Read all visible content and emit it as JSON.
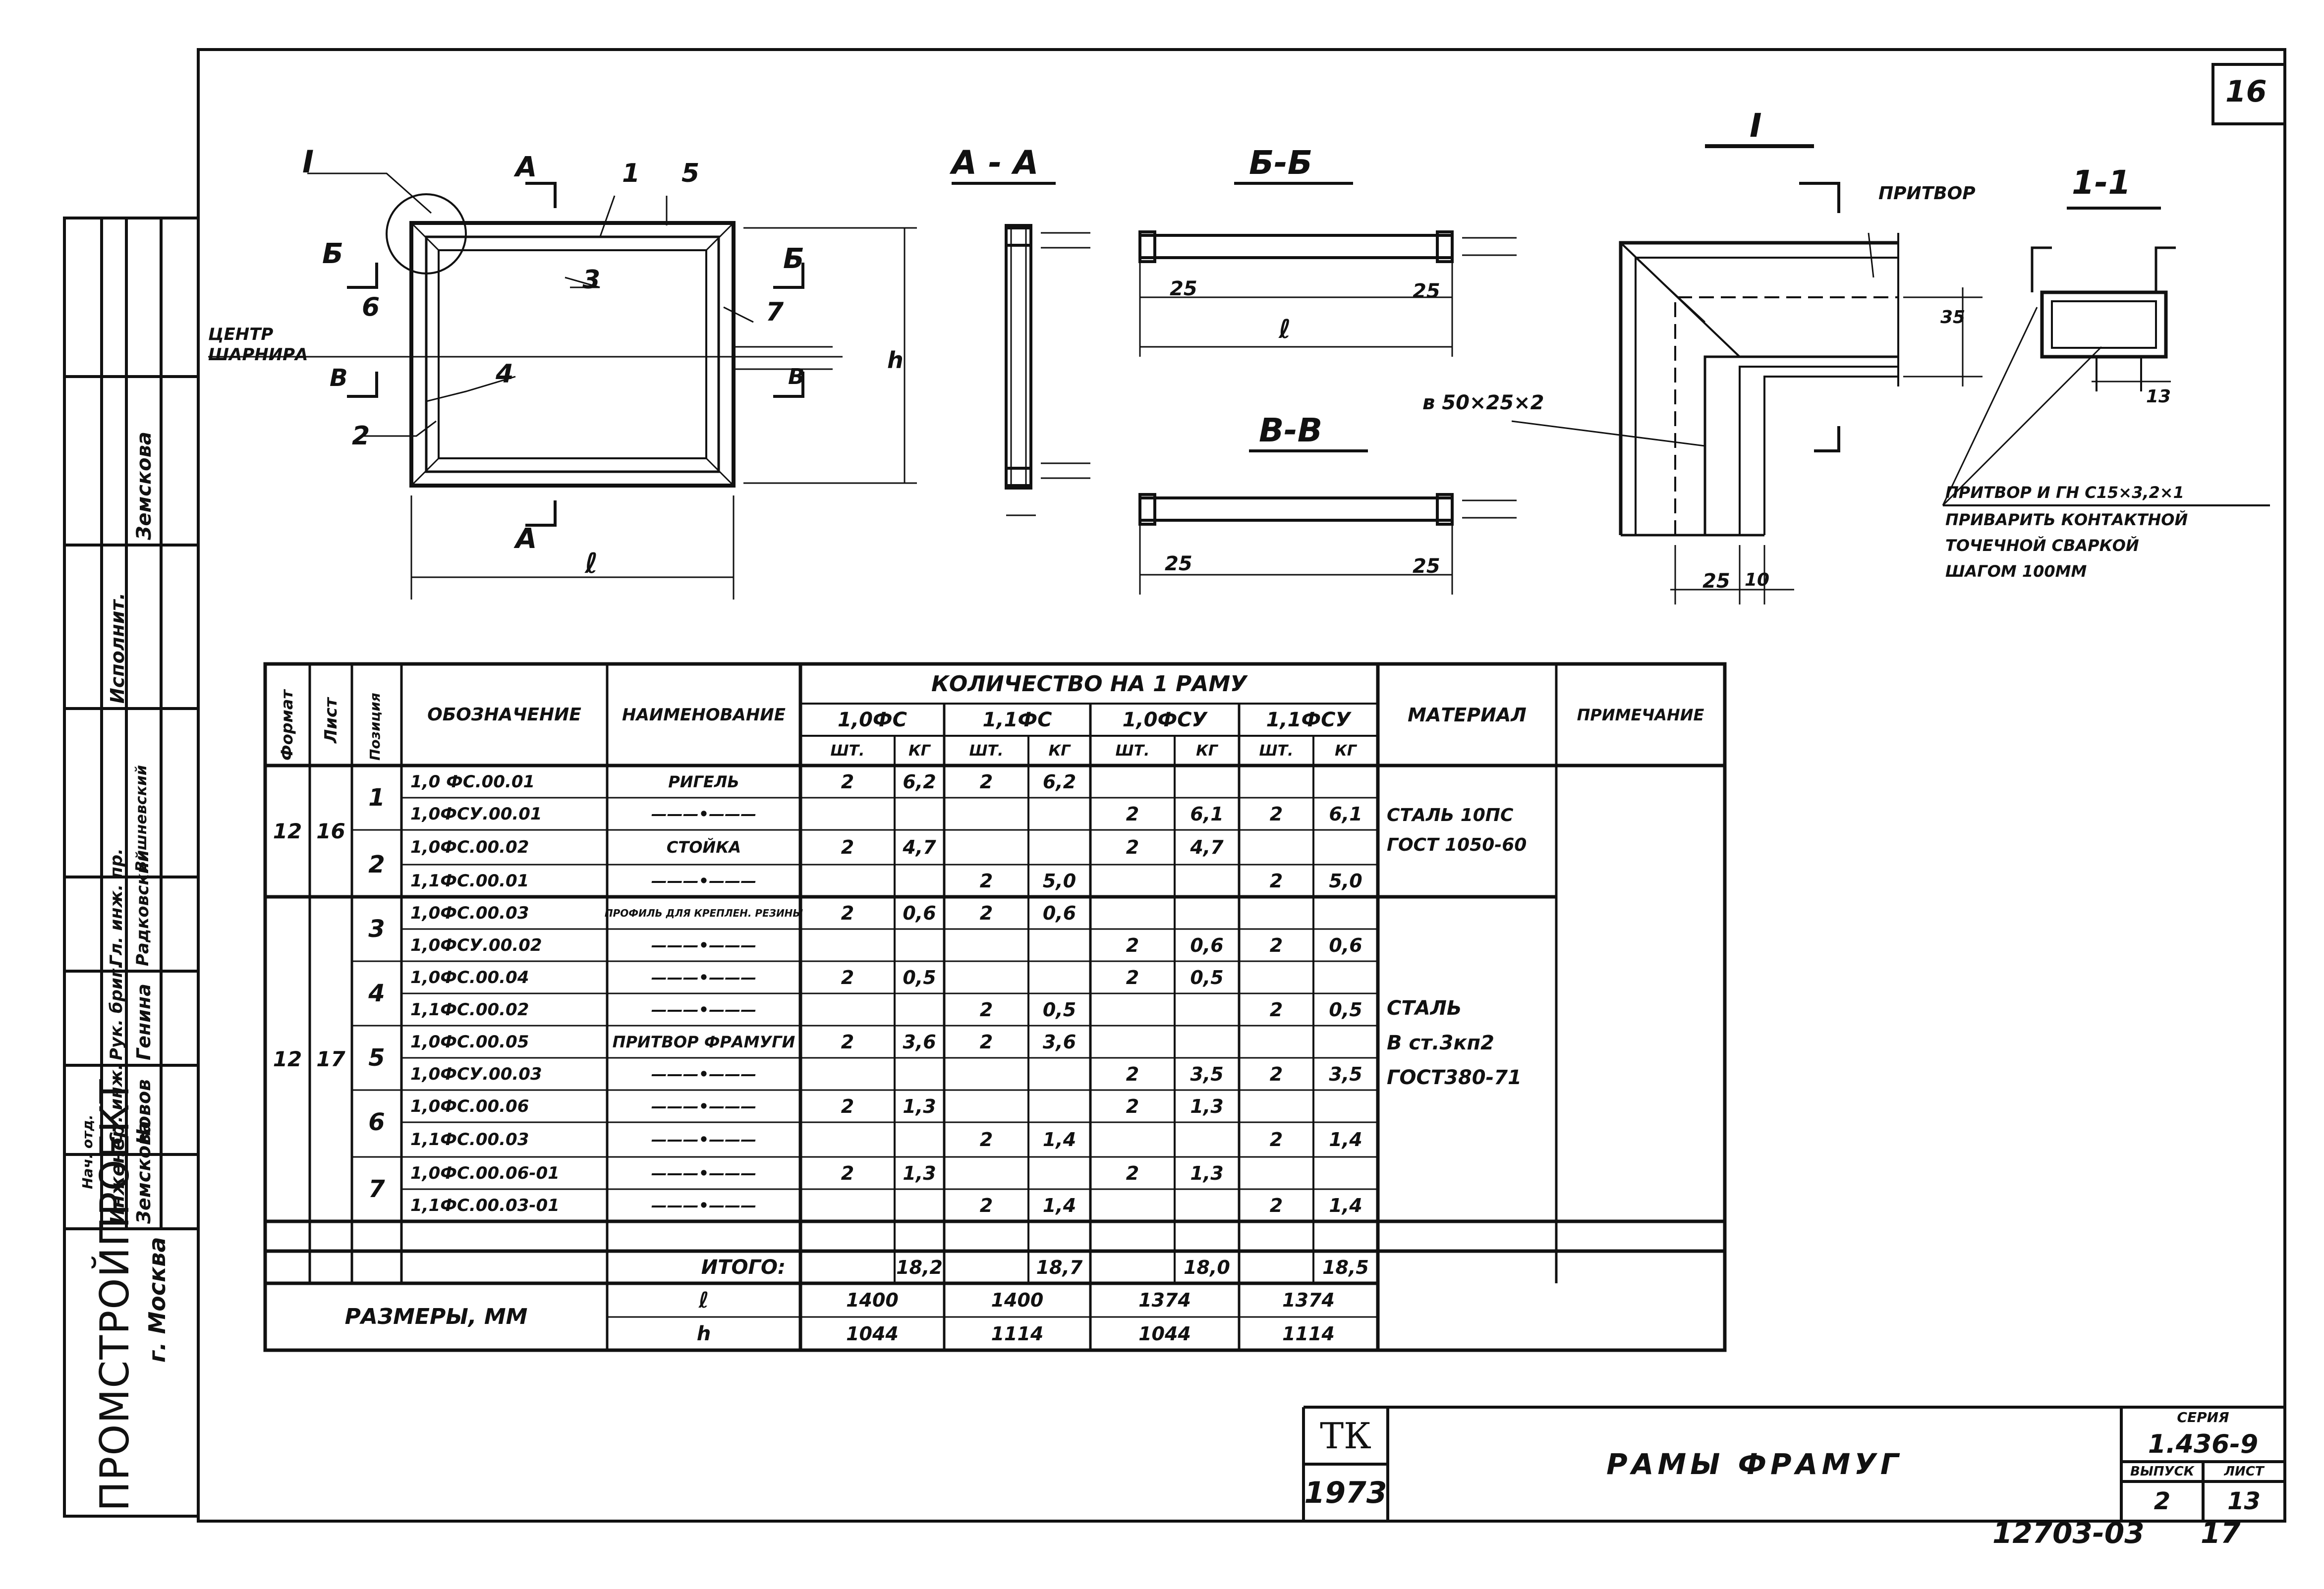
{
  "sheet_number": "16",
  "footer": {
    "doc_code": "12703-03",
    "page": "17"
  },
  "left_block": {
    "org": "ПРОМСТРОЙПРОЕКТ",
    "city": "г. Москва",
    "roles": [
      "Инженер",
      "Ст. инж.",
      "Рук. бриг.",
      "Гл. инж. пр.",
      "Нач. отд."
    ],
    "names": [
      "Земскова",
      "Новов",
      "Генина",
      "Радковский",
      "Вишневский"
    ],
    "performer_label": "Исполнит.",
    "performer_name": "Земскова"
  },
  "drawing": {
    "label_I": "I",
    "label_A": "А",
    "label_B": "Б",
    "label_V": "В",
    "hinge_center": "ЦЕНТР ШАРНИРА",
    "dim_l": "ℓ",
    "dim_h": "h",
    "positions": [
      "1",
      "2",
      "3",
      "4",
      "5",
      "6",
      "7"
    ],
    "section_AA": "А - А",
    "section_BB": "Б-Б",
    "section_VV": "В-В",
    "dim_25": "25",
    "profile_note": "в 50×25×2",
    "detail_I": "I",
    "section_11": "1-1",
    "pritvor": "ПРИТВОР",
    "weld_note": [
      "ПРИТВОР И ГН С15×3,2×1",
      "ПРИВАРИТЬ КОНТАКТНОЙ",
      "ТОЧЕЧНОЙ СВАРКОЙ",
      "ШАГОМ 100ММ"
    ],
    "dim_35": "35",
    "dim_13": "13",
    "dim_10": "10"
  },
  "table": {
    "headers": {
      "format": "Формат",
      "sheet": "Лист",
      "position": "Позиция",
      "designation": "ОБОЗНАЧЕНИЕ",
      "name": "НАИМЕНОВАНИЕ",
      "qty": "КОЛИЧЕСТВО НА 1 РАМУ",
      "material": "МАТЕРИАЛ",
      "note": "ПРИМЕЧАНИЕ",
      "groups": [
        "1,0ФС",
        "1,1ФС",
        "1,0ФСУ",
        "1,1ФСУ"
      ],
      "sub": [
        "ШТ.",
        "КГ"
      ]
    },
    "rows": [
      {
        "pos": "1",
        "designation": "1,0 ФС.00.01",
        "name": "РИГЕЛЬ",
        "q": [
          "2",
          "6,2",
          "2",
          "6,2",
          "",
          "",
          "",
          ""
        ]
      },
      {
        "pos": "",
        "designation": "1,0ФСУ.00.01",
        "name": "———•———",
        "q": [
          "",
          "",
          "",
          "",
          "2",
          "6,1",
          "2",
          "6,1"
        ]
      },
      {
        "pos": "2",
        "designation": "1,0ФС.00.02",
        "name": "СТОЙКА",
        "q": [
          "2",
          "4,7",
          "",
          "",
          "2",
          "4,7",
          "",
          ""
        ]
      },
      {
        "pos": "",
        "designation": "1,1ФС.00.01",
        "name": "———•———",
        "q": [
          "",
          "",
          "2",
          "5,0",
          "",
          "",
          "2",
          "5,0"
        ]
      },
      {
        "pos": "3",
        "designation": "1,0ФС.00.03",
        "name": "ПРОФИЛЬ ДЛЯ КРЕПЛЕН. РЕЗИНЫ",
        "q": [
          "2",
          "0,6",
          "2",
          "0,6",
          "",
          "",
          "",
          ""
        ]
      },
      {
        "pos": "",
        "designation": "1,0ФСУ.00.02",
        "name": "———•———",
        "q": [
          "",
          "",
          "",
          "",
          "2",
          "0,6",
          "2",
          "0,6"
        ]
      },
      {
        "pos": "4",
        "designation": "1,0ФС.00.04",
        "name": "———•———",
        "q": [
          "2",
          "0,5",
          "",
          "",
          "2",
          "0,5",
          "",
          ""
        ]
      },
      {
        "pos": "",
        "designation": "1,1ФС.00.02",
        "name": "———•———",
        "q": [
          "",
          "",
          "2",
          "0,5",
          "",
          "",
          "2",
          "0,5"
        ]
      },
      {
        "pos": "5",
        "designation": "1,0ФС.00.05",
        "name": "ПРИТВОР ФРАМУГИ",
        "q": [
          "2",
          "3,6",
          "2",
          "3,6",
          "",
          "",
          "",
          ""
        ]
      },
      {
        "pos": "",
        "designation": "1,0ФСУ.00.03",
        "name": "———•———",
        "q": [
          "",
          "",
          "",
          "",
          "2",
          "3,5",
          "2",
          "3,5"
        ]
      },
      {
        "pos": "6",
        "designation": "1,0ФС.00.06",
        "name": "———•———",
        "q": [
          "2",
          "1,3",
          "",
          "",
          "2",
          "1,3",
          "",
          ""
        ]
      },
      {
        "pos": "",
        "designation": "1,1ФС.00.03",
        "name": "———•———",
        "q": [
          "",
          "",
          "2",
          "1,4",
          "",
          "",
          "2",
          "1,4"
        ]
      },
      {
        "pos": "7",
        "designation": "1,0ФС.00.06-01",
        "name": "———•———",
        "q": [
          "2",
          "1,3",
          "",
          "",
          "2",
          "1,3",
          "",
          ""
        ]
      },
      {
        "pos": "",
        "designation": "1,1ФС.00.03-01",
        "name": "———•———",
        "q": [
          "",
          "",
          "2",
          "1,4",
          "",
          "",
          "2",
          "1,4"
        ]
      }
    ],
    "group1": {
      "format": "12",
      "sheet": "16",
      "material": [
        "СТАЛЬ 10ПС",
        "ГОСТ 1050-60"
      ]
    },
    "group2": {
      "format": "12",
      "sheet": "17",
      "material": [
        "СТАЛЬ",
        "В ст.3кп2",
        "ГОСТ380-71"
      ]
    },
    "total_label": "ИТОГО:",
    "totals": [
      "18,2",
      "18,7",
      "18,0",
      "18,5"
    ],
    "sizes_label": "РАЗМЕРЫ, ММ",
    "size_rows": [
      {
        "sym": "ℓ",
        "vals": [
          "1400",
          "1400",
          "1374",
          "1374"
        ]
      },
      {
        "sym": "h",
        "vals": [
          "1044",
          "1114",
          "1044",
          "1114"
        ]
      }
    ]
  },
  "title_block": {
    "tk": "ТК",
    "year": "1973",
    "title": "РАМЫ ФРАМУГ",
    "series_label": "СЕРИЯ",
    "series": "1.436-9",
    "issue_label": "ВЫПУСК",
    "sheet_label": "ЛИСТ",
    "issue": "2",
    "sheet": "13"
  }
}
